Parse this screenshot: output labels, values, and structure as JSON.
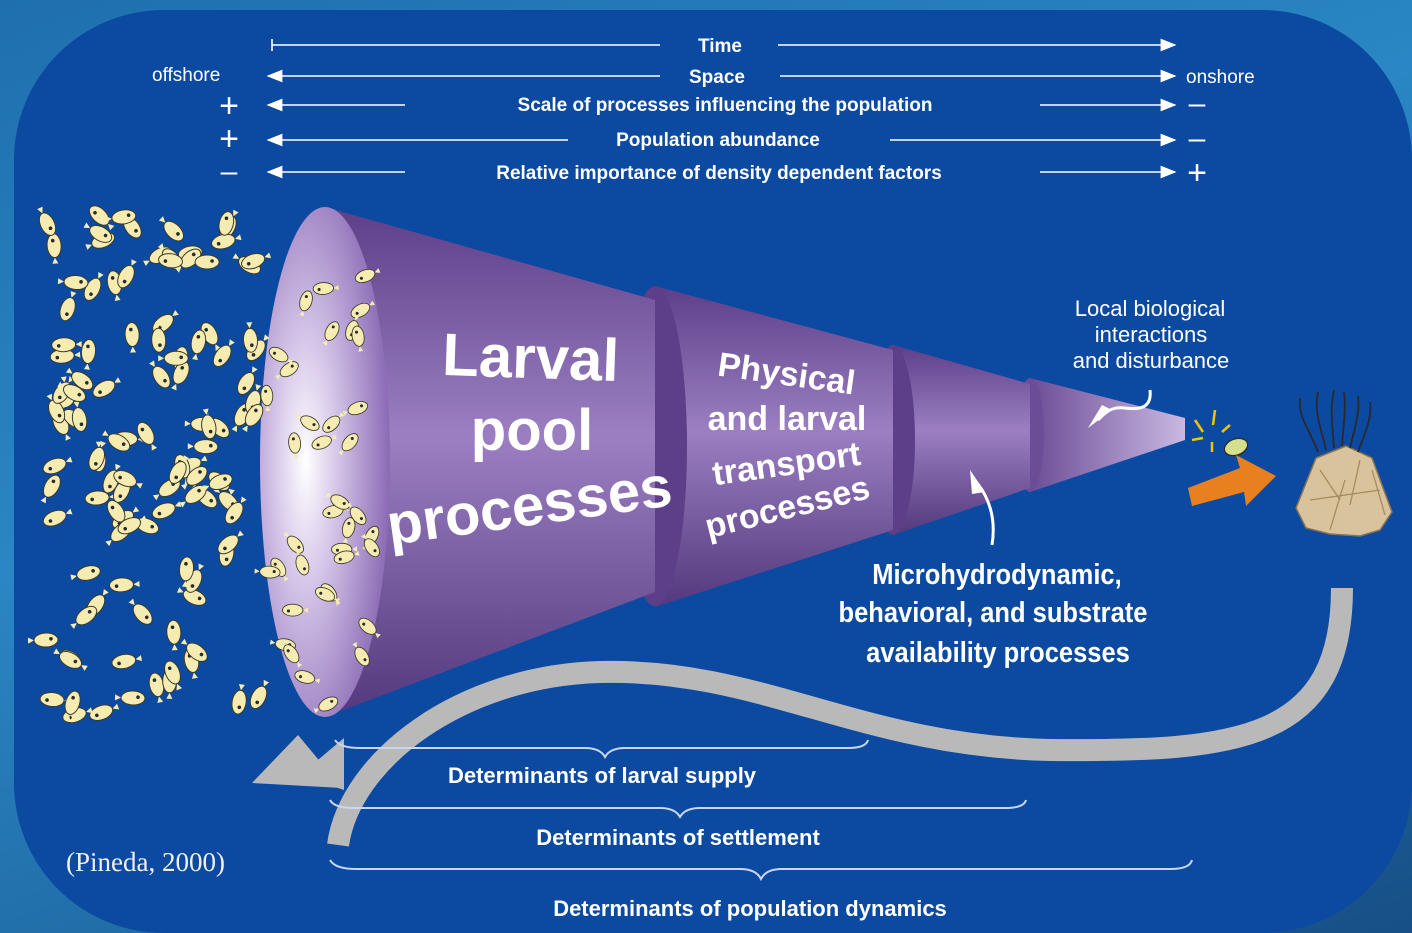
{
  "header_rows": [
    {
      "label": "Time",
      "left": "",
      "right": ""
    },
    {
      "label": "Space",
      "left": "offshore",
      "right": "onshore"
    },
    {
      "label": "Scale of processes influencing the population",
      "left": "+",
      "right": "–"
    },
    {
      "label": "Population abundance",
      "left": "+",
      "right": "–"
    },
    {
      "label": "Relative importance of density dependent factors",
      "left": "–",
      "right": "+"
    }
  ],
  "funnel_labels": {
    "larval_pool": [
      "Larval",
      "pool",
      "processes"
    ],
    "physical_transport": [
      "Physical",
      "and larval",
      "transport",
      "processes"
    ]
  },
  "annotations": {
    "local_biological": [
      "Local biological",
      "interactions",
      "and disturbance"
    ],
    "microhydrodynamic": [
      "Microhydrodynamic,",
      "behavioral,  and substrate",
      "availability processes"
    ]
  },
  "determinants": {
    "larval_supply": "Determinants of larval supply",
    "settlement": "Determinants of settlement",
    "population_dynamics": "Determinants of population dynamics"
  },
  "citation": "(Pineda, 2000)",
  "colors": {
    "panel": "#0b4aa0",
    "funnel": "#6b4c96",
    "larvae": "#f6ecb2",
    "arrow_orange": "#e8801f",
    "return_arrow": "#b9b9b9"
  }
}
